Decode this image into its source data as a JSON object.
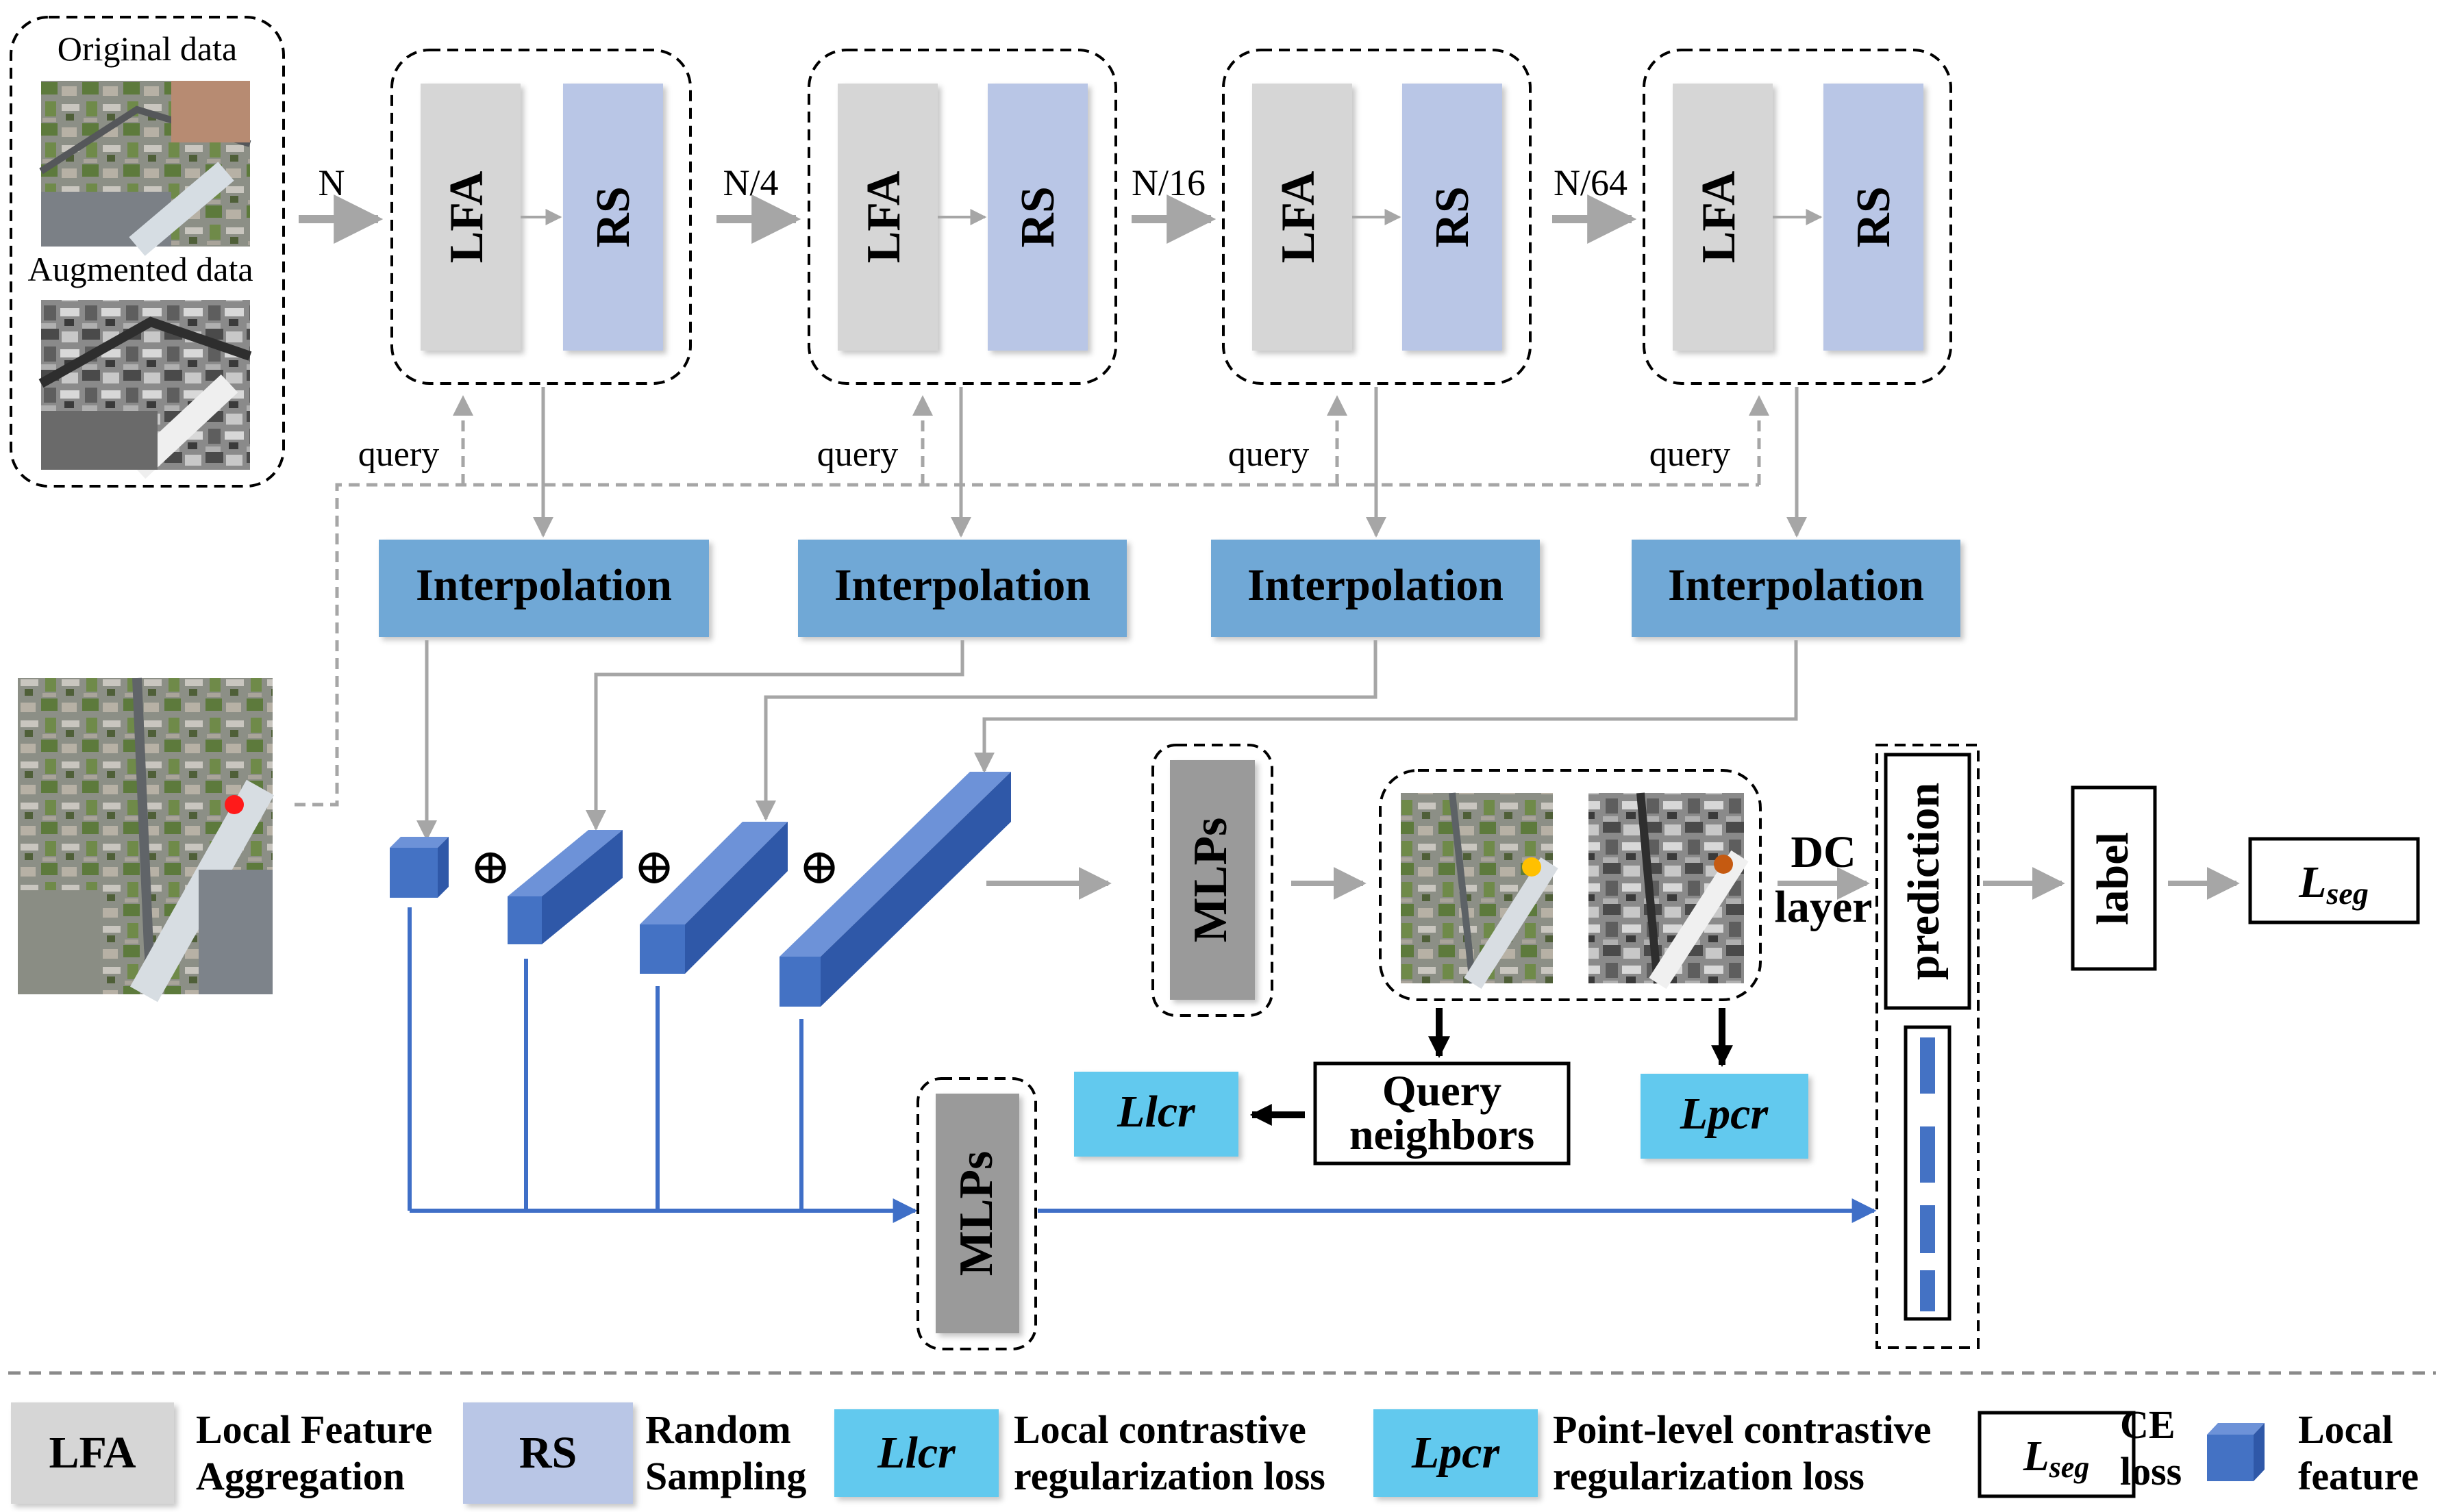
{
  "input_panel": {
    "original_label": "Original data",
    "augmented_label": "Augmented data"
  },
  "stages": [
    {
      "input_count": "N",
      "lfa": "LFA",
      "rs": "RS",
      "query": "query"
    },
    {
      "input_count": "N/4",
      "lfa": "LFA",
      "rs": "RS",
      "query": "query"
    },
    {
      "input_count": "N/16",
      "lfa": "LFA",
      "rs": "RS",
      "query": "query"
    },
    {
      "input_count": "N/64",
      "lfa": "LFA",
      "rs": "RS",
      "query": "query"
    }
  ],
  "interpolation_label": "Interpolation",
  "concat_symbol": "⊕",
  "mlps_label": "MLPs",
  "dc_layer": {
    "line1": "DC",
    "line2": "layer"
  },
  "prediction_label": "prediction",
  "label_box": "label",
  "lseg": {
    "base": "L",
    "sub": "seg"
  },
  "llcr": "Llcr",
  "lpcr": "Lpcr",
  "query_neighbors": {
    "line1": "Query",
    "line2": "neighbors"
  },
  "legend": {
    "lfa_box": "LFA",
    "lfa_desc1": "Local Feature",
    "lfa_desc2": "Aggregation",
    "rs_box": "RS",
    "rs_desc1": "Random",
    "rs_desc2": "Sampling",
    "llcr_box": "Llcr",
    "llcr_desc1": "Local contrastive",
    "llcr_desc2": "regularization loss",
    "lpcr_box": "Lpcr",
    "lpcr_desc1": "Point-level contrastive",
    "lpcr_desc2": "regularization loss",
    "lseg_base": "L",
    "lseg_sub": "seg",
    "ce_desc1": "CE",
    "ce_desc2": "loss",
    "lf_desc1": "Local",
    "lf_desc2": "feature"
  },
  "colors": {
    "lfa": "#d6d6d6",
    "rs": "#b9c6e6",
    "interp": "#6fa8d6",
    "loss": "#62c9ee",
    "mlps": "#9a9a9a",
    "cube": "#4472c4",
    "line_blue": "#3f6fc7",
    "arrow_gray": "#a6a6a6"
  },
  "icons": {
    "cube": "local-feature-cube-icon",
    "aerial": "aerial-photo-icon",
    "gray_aerial": "grayscale-aerial-photo-icon"
  }
}
